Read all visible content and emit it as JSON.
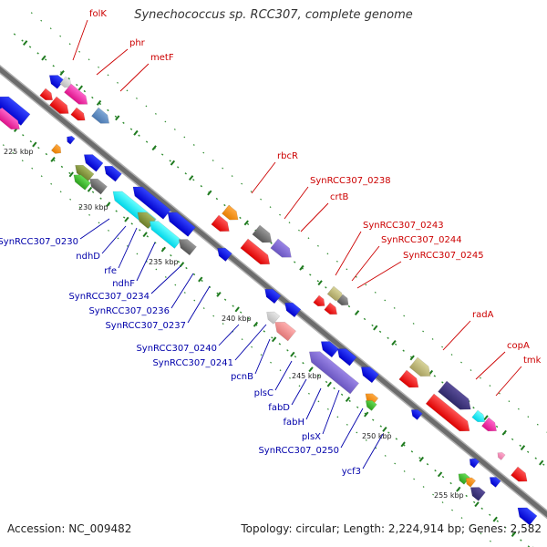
{
  "title": "Synechococcus sp. RCC307, complete genome",
  "footer": {
    "accession": "Accession: NC_009482",
    "summary": "Topology: circular; Length: 2,224,914 bp; Genes: 2,582"
  },
  "colors": {
    "forward_label": "#cc0000",
    "reverse_label": "#0000aa",
    "backbone": "#808080",
    "tick": "#2e8b2e"
  },
  "ticks": [
    {
      "label": "225 kbp"
    },
    {
      "label": "230 kbp"
    },
    {
      "label": "235 kbp"
    },
    {
      "label": "240 kbp"
    },
    {
      "label": "245 kbp"
    },
    {
      "label": "250 kbp"
    },
    {
      "label": "255 kbp"
    }
  ],
  "forward_labels": [
    "folK",
    "phr",
    "metF",
    "rbcR",
    "SynRCC307_0238",
    "crtB",
    "SynRCC307_0243",
    "SynRCC307_0244",
    "SynRCC307_0245",
    "radA",
    "copA",
    "tmk"
  ],
  "reverse_labels": [
    "SynRCC307_0230",
    "ndhD",
    "rfe",
    "ndhF",
    "SynRCC307_0234",
    "SynRCC307_0236",
    "SynRCC307_0237",
    "SynRCC307_0240",
    "SynRCC307_0241",
    "pcnB",
    "plsC",
    "fabD",
    "fabH",
    "plsX",
    "SynRCC307_0250",
    "ycf3"
  ],
  "feature_colors": [
    "red",
    "blue",
    "magenta",
    "orange",
    "steelblue",
    "gray",
    "purple",
    "cyan",
    "olive",
    "khaki",
    "green",
    "pink"
  ]
}
